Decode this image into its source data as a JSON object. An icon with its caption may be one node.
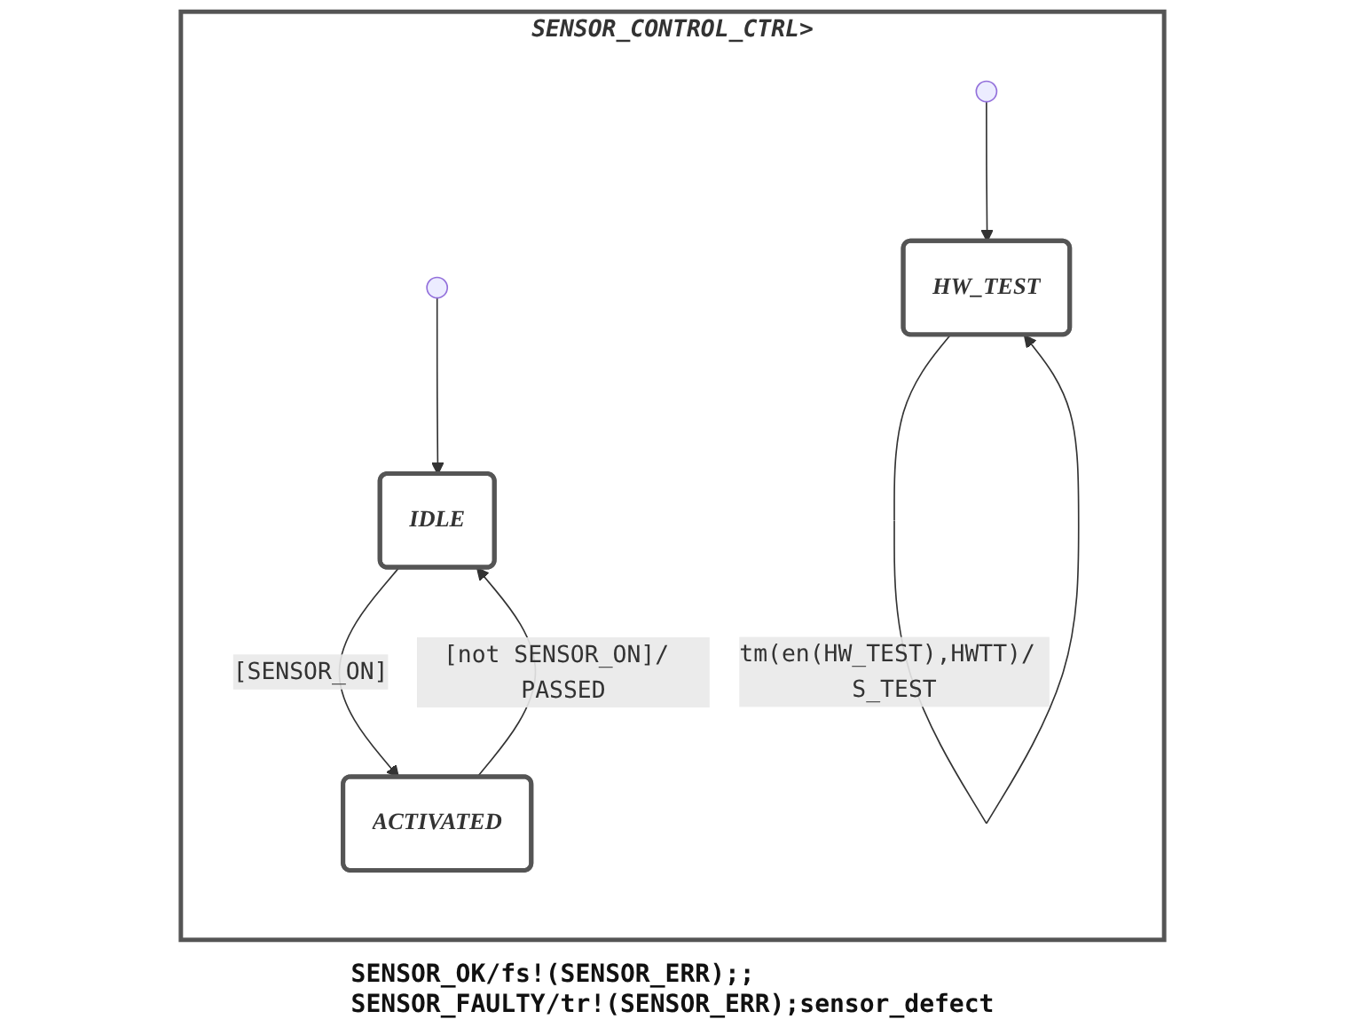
{
  "diagram": {
    "nodes": [
      {
        "text": [
          "SENSOR_CONTROL_CTRL>"
        ]
      },
      {
        "text": [],
        "shape": "circle",
        "in": 0
      },
      {
        "text": [
          "IDLE"
        ],
        "in": 0
      },
      {
        "text": [
          "ACTIVATED"
        ],
        "in": 0
      },
      {
        "text": [],
        "shape": "circle",
        "in": 0
      },
      {
        "text": [
          "HW_TEST"
        ],
        "in": 0
      }
    ],
    "edges": [
      {
        "from": 1,
        "to": 2,
        "arrow": "to"
      },
      {
        "from": 2,
        "to": 3,
        "arrow": "to",
        "label": "[SENSOR_ON]"
      },
      {
        "from": 3,
        "to": 2,
        "arrow": "to",
        "label": "[not SENSOR_ON]/ PASSED"
      },
      {
        "from": 4,
        "to": 5,
        "arrow": "to"
      },
      {
        "from": 5,
        "to": 5,
        "arrow": "to",
        "label": "tm(en(HW_TEST),HWTT)/ S_TEST"
      }
    ],
    "labels": [
      "SENSOR_OK/fs!(SENSOR_ERR);;",
      "SENSOR_FAULTY/tr!(SENSOR_ERR);sensor_defect"
    ]
  }
}
